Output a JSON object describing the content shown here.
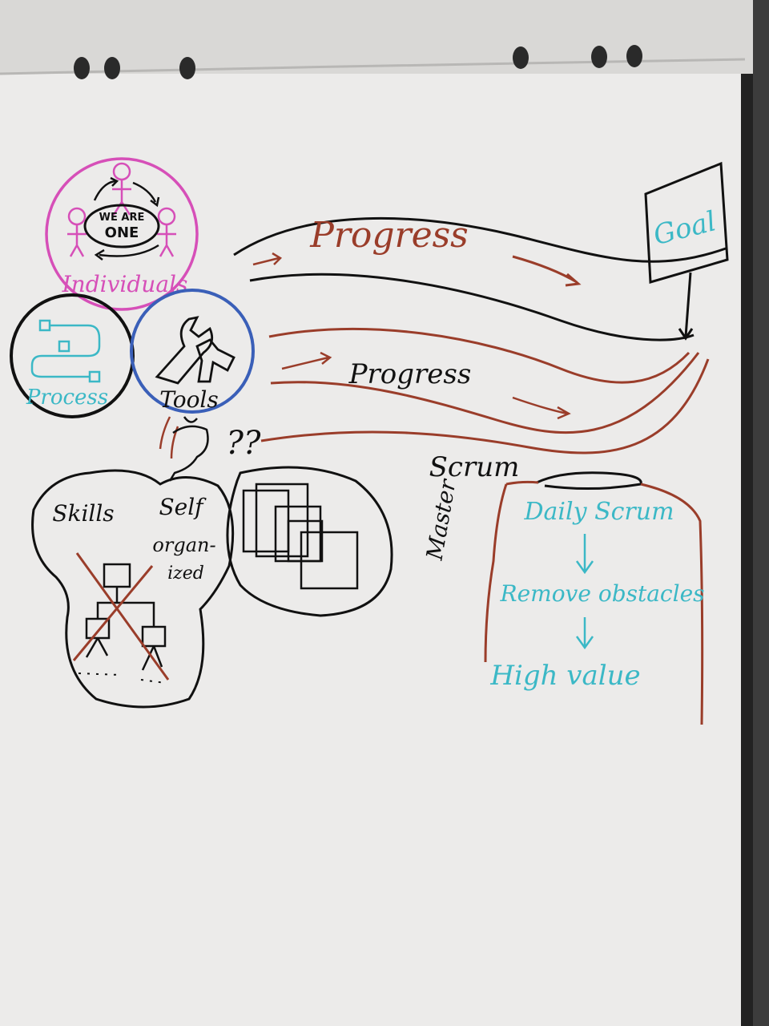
{
  "colors": {
    "paper": "#f2f2f0",
    "pink": "#d64fb8",
    "teal": "#3bb8c6",
    "brown": "#9a3d2a",
    "black": "#151515",
    "blue": "#3a5fb8"
  },
  "individuals": {
    "motto_line1": "WE ARE",
    "motto_line2": "ONE",
    "label": "Individuals"
  },
  "process": {
    "label": "Process"
  },
  "tools": {
    "label": "Tools"
  },
  "progress_top": {
    "label": "Progress"
  },
  "progress_bottom": {
    "label": "Progress"
  },
  "goal": {
    "label": "Goal"
  },
  "team": {
    "question": "??",
    "skills": "Skills",
    "self": "Self",
    "organ": "organ-",
    "ized": "ized"
  },
  "scrum_master": {
    "line1": "Scrum",
    "line2": "Master",
    "flow": [
      "Daily Scrum",
      "Remove obstacles",
      "High value"
    ]
  }
}
